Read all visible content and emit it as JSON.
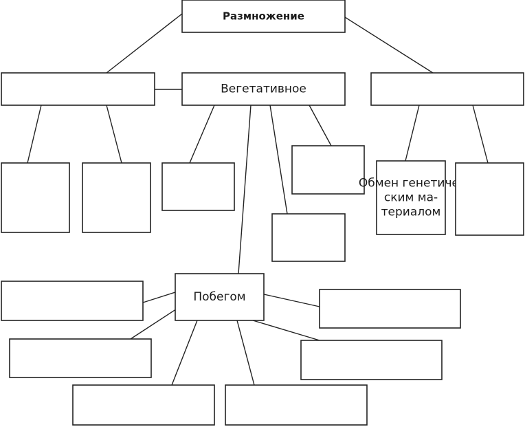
{
  "diagram": {
    "nodes": [
      {
        "id": "root",
        "text": "Размножение",
        "bold": true
      },
      {
        "id": "left-top",
        "text": ""
      },
      {
        "id": "vegetative",
        "text": "Вегетативное"
      },
      {
        "id": "right-top",
        "text": ""
      },
      {
        "id": "left-a",
        "text": ""
      },
      {
        "id": "left-b",
        "text": ""
      },
      {
        "id": "veg-1",
        "text": ""
      },
      {
        "id": "veg-2",
        "text": ""
      },
      {
        "id": "veg-3",
        "text": ""
      },
      {
        "id": "exchange",
        "text": "Обмен генетиче- ским ма- териалом"
      },
      {
        "id": "right-b",
        "text": ""
      },
      {
        "id": "shoot",
        "text": "Побегом"
      },
      {
        "id": "shoot-1",
        "text": ""
      },
      {
        "id": "shoot-2",
        "text": ""
      },
      {
        "id": "shoot-3",
        "text": ""
      },
      {
        "id": "shoot-4",
        "text": ""
      },
      {
        "id": "shoot-5",
        "text": ""
      },
      {
        "id": "shoot-6",
        "text": ""
      }
    ],
    "edges": [
      [
        "root",
        "left-top"
      ],
      [
        "root",
        "right-top"
      ],
      [
        "left-top",
        "vegetative"
      ],
      [
        "left-top",
        "left-a"
      ],
      [
        "left-top",
        "left-b"
      ],
      [
        "vegetative",
        "veg-1"
      ],
      [
        "vegetative",
        "veg-2"
      ],
      [
        "vegetative",
        "veg-3"
      ],
      [
        "vegetative",
        "shoot"
      ],
      [
        "right-top",
        "exchange"
      ],
      [
        "right-top",
        "right-b"
      ],
      [
        "shoot",
        "shoot-1"
      ],
      [
        "shoot",
        "shoot-2"
      ],
      [
        "shoot",
        "shoot-3"
      ],
      [
        "shoot",
        "shoot-4"
      ],
      [
        "shoot",
        "shoot-5"
      ],
      [
        "shoot",
        "shoot-6"
      ]
    ]
  }
}
